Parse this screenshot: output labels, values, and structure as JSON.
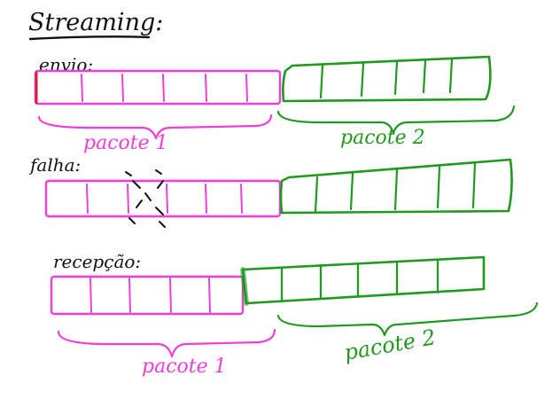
{
  "title": "Streaming:",
  "sections": {
    "envio": {
      "label": "envio:",
      "packet1_label": "pacote 1",
      "packet2_label": "pacote 2",
      "packet1_cells": 6,
      "packet2_cells": 6
    },
    "falha": {
      "label": "falha:",
      "packet1_cells": 6,
      "packet2_cells": 6,
      "lost_cell": 3
    },
    "recepcao": {
      "label": "recepção:",
      "packet1_label": "pacote 1",
      "packet2_label": "pacote 2",
      "packet1_cells": 5,
      "packet2_cells": 6
    }
  },
  "colors": {
    "pink": "#ee3fd6",
    "green": "#1e9a1e",
    "red": "#d8203a",
    "ink": "#111111"
  }
}
